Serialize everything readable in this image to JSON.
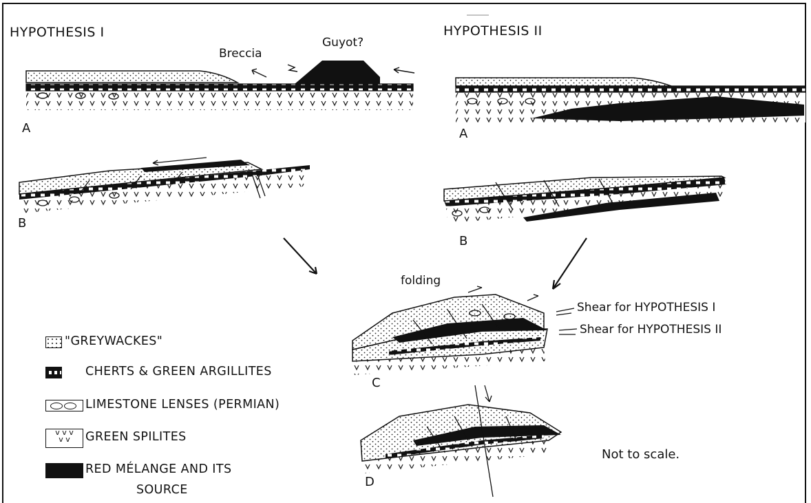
{
  "hypothesis_1": {
    "title": "HYPOTHESIS I",
    "labels": {
      "breccia": "Breccia",
      "guyot": "Guyot?"
    },
    "panels": [
      "A",
      "B"
    ]
  },
  "hypothesis_2": {
    "title": "HYPOTHESIS II",
    "panels": [
      "A",
      "B"
    ]
  },
  "combined": {
    "folding": "folding",
    "shear_1": "Shear for HYPOTHESIS I",
    "shear_2": "Shear for HYPOTHESIS II",
    "panels": [
      "C",
      "D"
    ]
  },
  "legend": [
    {
      "pattern": "stipple",
      "label": "\"GREYWACKES\""
    },
    {
      "pattern": "banded",
      "label": "CHERTS & GREEN ARGILLITES"
    },
    {
      "pattern": "ovals",
      "label": "LIMESTONE LENSES (PERMIAN)"
    },
    {
      "pattern": "vees",
      "label": "GREEN SPILITES"
    },
    {
      "pattern": "solid",
      "label": "RED MÉLANGE AND ITS",
      "label_line2": "SOURCE"
    }
  ],
  "note": "Not to scale."
}
